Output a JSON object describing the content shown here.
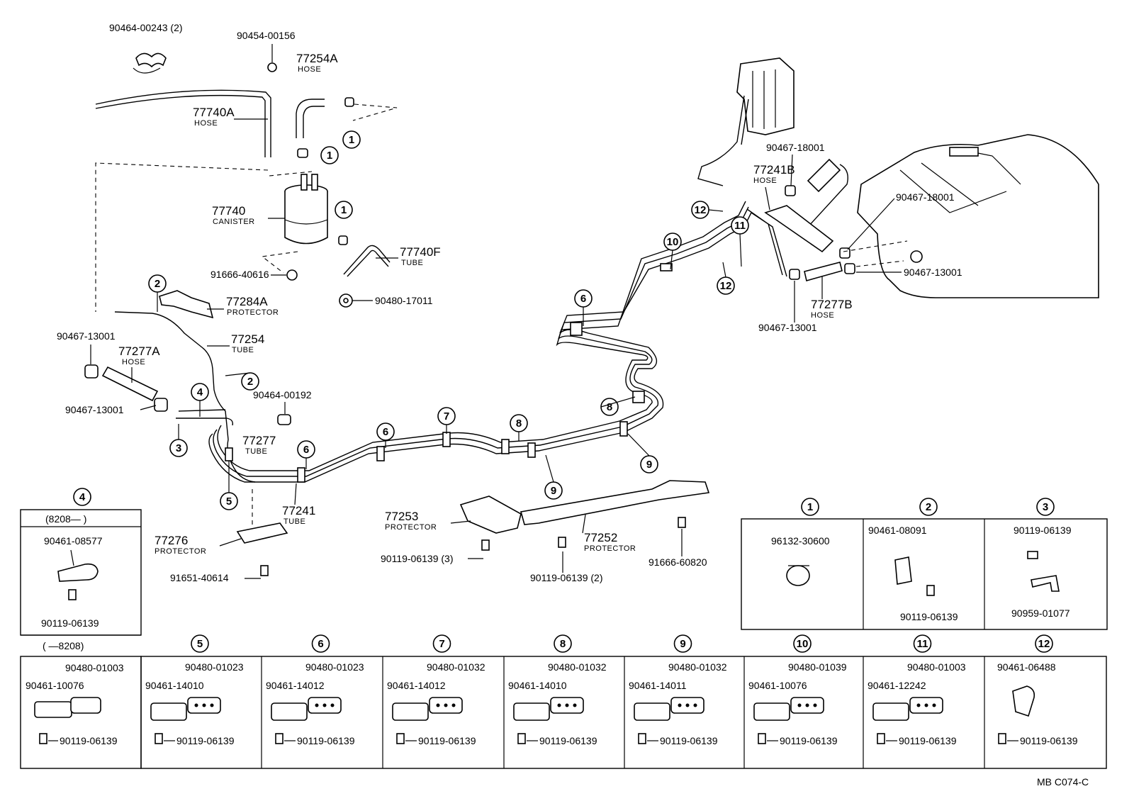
{
  "callouts": [
    "1",
    "2",
    "3",
    "4",
    "5",
    "6",
    "7",
    "8",
    "9",
    "10",
    "11",
    "12"
  ],
  "parts": {
    "p1": "90464-00243 (2)",
    "p2": "90454-00156",
    "p3a": "77254A",
    "p3b": "HOSE",
    "p4a": "77740A",
    "p4b": "HOSE",
    "p5a": "77740",
    "p5b": "CANISTER",
    "p6": "91666-40616",
    "p7a": "77740F",
    "p7b": "TUBE",
    "p8": "90480-17011",
    "p9a": "77284A",
    "p9b": "PROTECTOR",
    "p10a": "77254",
    "p10b": "TUBE",
    "p11": "90467-13001",
    "p12a": "77277A",
    "p12b": "HOSE",
    "p13": "90467-13001",
    "p14": "90464-00192",
    "p15a": "77277",
    "p15b": "TUBE",
    "p16a": "77241",
    "p16b": "TUBE",
    "p17a": "77276",
    "p17b": "PROTECTOR",
    "p18": "91651-40614",
    "p19a": "77253",
    "p19b": "PROTECTOR",
    "p20": "90119-06139 (3)",
    "p21a": "77252",
    "p21b": "PROTECTOR",
    "p22": "90119-06139 (2)",
    "p23": "91666-60820",
    "p24": "90467-18001",
    "p25a": "77241B",
    "p25b": "HOSE",
    "p26": "90467-18001",
    "p27": "90467-13001",
    "p28a": "77277B",
    "p28b": "HOSE",
    "p29": "90467-13001"
  },
  "box4": {
    "callout": "4",
    "range_top": "(8208—       )",
    "part_top": "90461-08577",
    "bolt_top": "90119-06139",
    "range_bottom": "(       —8208)",
    "part_a": "90480-01003",
    "part_b": "90461-10076",
    "bolt": "90119-06139"
  },
  "detail_top": [
    {
      "callout": "1",
      "parts": [
        "96132-30600"
      ]
    },
    {
      "callout": "2",
      "parts": [
        "90461-08091",
        "90119-06139"
      ]
    },
    {
      "callout": "3",
      "parts": [
        "90119-06139",
        "90959-01077"
      ]
    }
  ],
  "detail_bottom": [
    {
      "callout": "5",
      "a": "90480-01023",
      "b": "90461-14010",
      "bolt": "90119-06139"
    },
    {
      "callout": "6",
      "a": "90480-01023",
      "b": "90461-14012",
      "bolt": "90119-06139"
    },
    {
      "callout": "7",
      "a": "90480-01032",
      "b": "90461-14012",
      "bolt": "90119-06139"
    },
    {
      "callout": "8",
      "a": "90480-01032",
      "b": "90461-14010",
      "bolt": "90119-06139"
    },
    {
      "callout": "9",
      "a": "90480-01032",
      "b": "90461-14011",
      "bolt": "90119-06139"
    },
    {
      "callout": "10",
      "a": "90480-01039",
      "b": "90461-10076",
      "bolt": "90119-06139"
    },
    {
      "callout": "11",
      "a": "90480-01003",
      "b": "90461-12242",
      "bolt": "90119-06139"
    },
    {
      "callout": "12",
      "a": "90461-06488",
      "b": "",
      "bolt": "90119-06139"
    }
  ],
  "footer": "MB  C074-C"
}
